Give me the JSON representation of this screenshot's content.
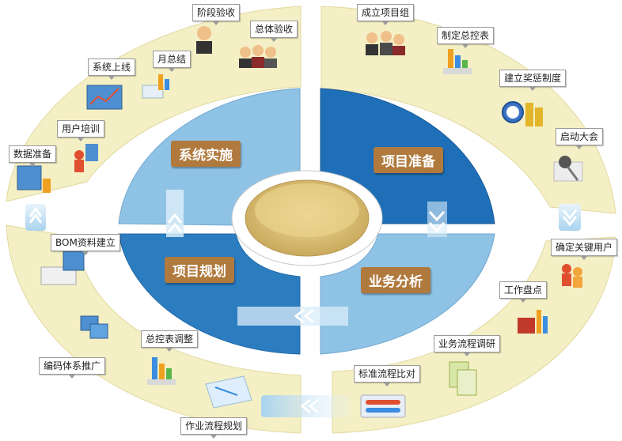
{
  "phases": {
    "xitong_shishi": "系统实施",
    "xiangmu_zhunbei": "项目准备",
    "xiangmu_guihua": "项目规划",
    "yewu_fenxi": "业务分析"
  },
  "steps": {
    "chengli_xiangmuzu": "成立项目组",
    "zhiding_zongkongbiao": "制定总控表",
    "jianli_jiangcheng": "建立奖惩制度",
    "qidong_dahui": "启动大会",
    "queding_guanjian": "确定关键用户",
    "gongzuo_pandian": "工作盘点",
    "yewu_liucheng_diaoyan": "业务流程调研",
    "biaozhun_liucheng_bidui": "标准流程比对",
    "zuoye_liucheng_guihua": "作业流程规划",
    "zongkongbiao_tiaozheng": "总控表调整",
    "bianma_tixi": "编码体系推广",
    "bom_ziliao": "BOM资料建立",
    "shuju_zhunbei": "数据准备",
    "yonghu_peixun": "用户培训",
    "xitong_shangxian": "系统上线",
    "yue_zongjie": "月总结",
    "jieduan_yanshou": "阶段验收",
    "zongti_yanshou": "总体验收"
  },
  "colors": {
    "ring": "#f4efc4",
    "quadrant_light": "#8fc3e6",
    "quadrant_dark": "#1f6fb8",
    "center": "#d9c27e",
    "phase_label": "#b07a3e"
  }
}
